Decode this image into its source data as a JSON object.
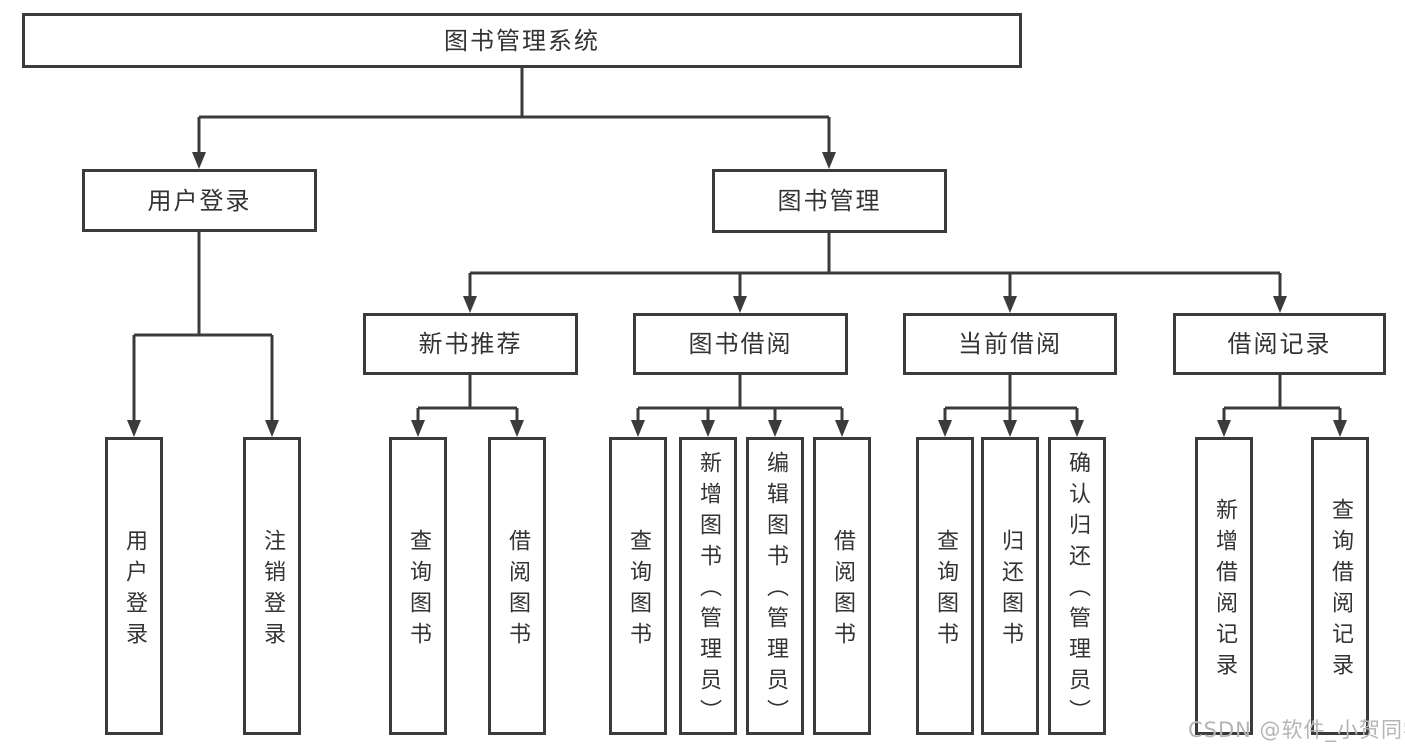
{
  "diagram": {
    "root": "图书管理系统",
    "user_login": {
      "label": "用户登录",
      "children": [
        "用户登录",
        "注销登录"
      ]
    },
    "book_management": {
      "label": "图书管理",
      "sections": [
        {
          "label": "新书推荐",
          "children": [
            "查询图书",
            "借阅图书"
          ]
        },
        {
          "label": "图书借阅",
          "children": [
            "查询图书",
            "新增图书（管理员）",
            "编辑图书（管理员）",
            "借阅图书"
          ]
        },
        {
          "label": "当前借阅",
          "children": [
            "查询图书",
            "归还图书",
            "确认归还（管理员）"
          ]
        },
        {
          "label": "借阅记录",
          "children": [
            "新增借阅记录",
            "查询借阅记录"
          ]
        }
      ]
    }
  },
  "watermark": "CSDN @软件_小贺同学",
  "colors": {
    "line": "#3b3b3b",
    "border": "#3b3b3b",
    "text": "#333333",
    "watermark": "#b5b5b5",
    "background": "#ffffff"
  }
}
